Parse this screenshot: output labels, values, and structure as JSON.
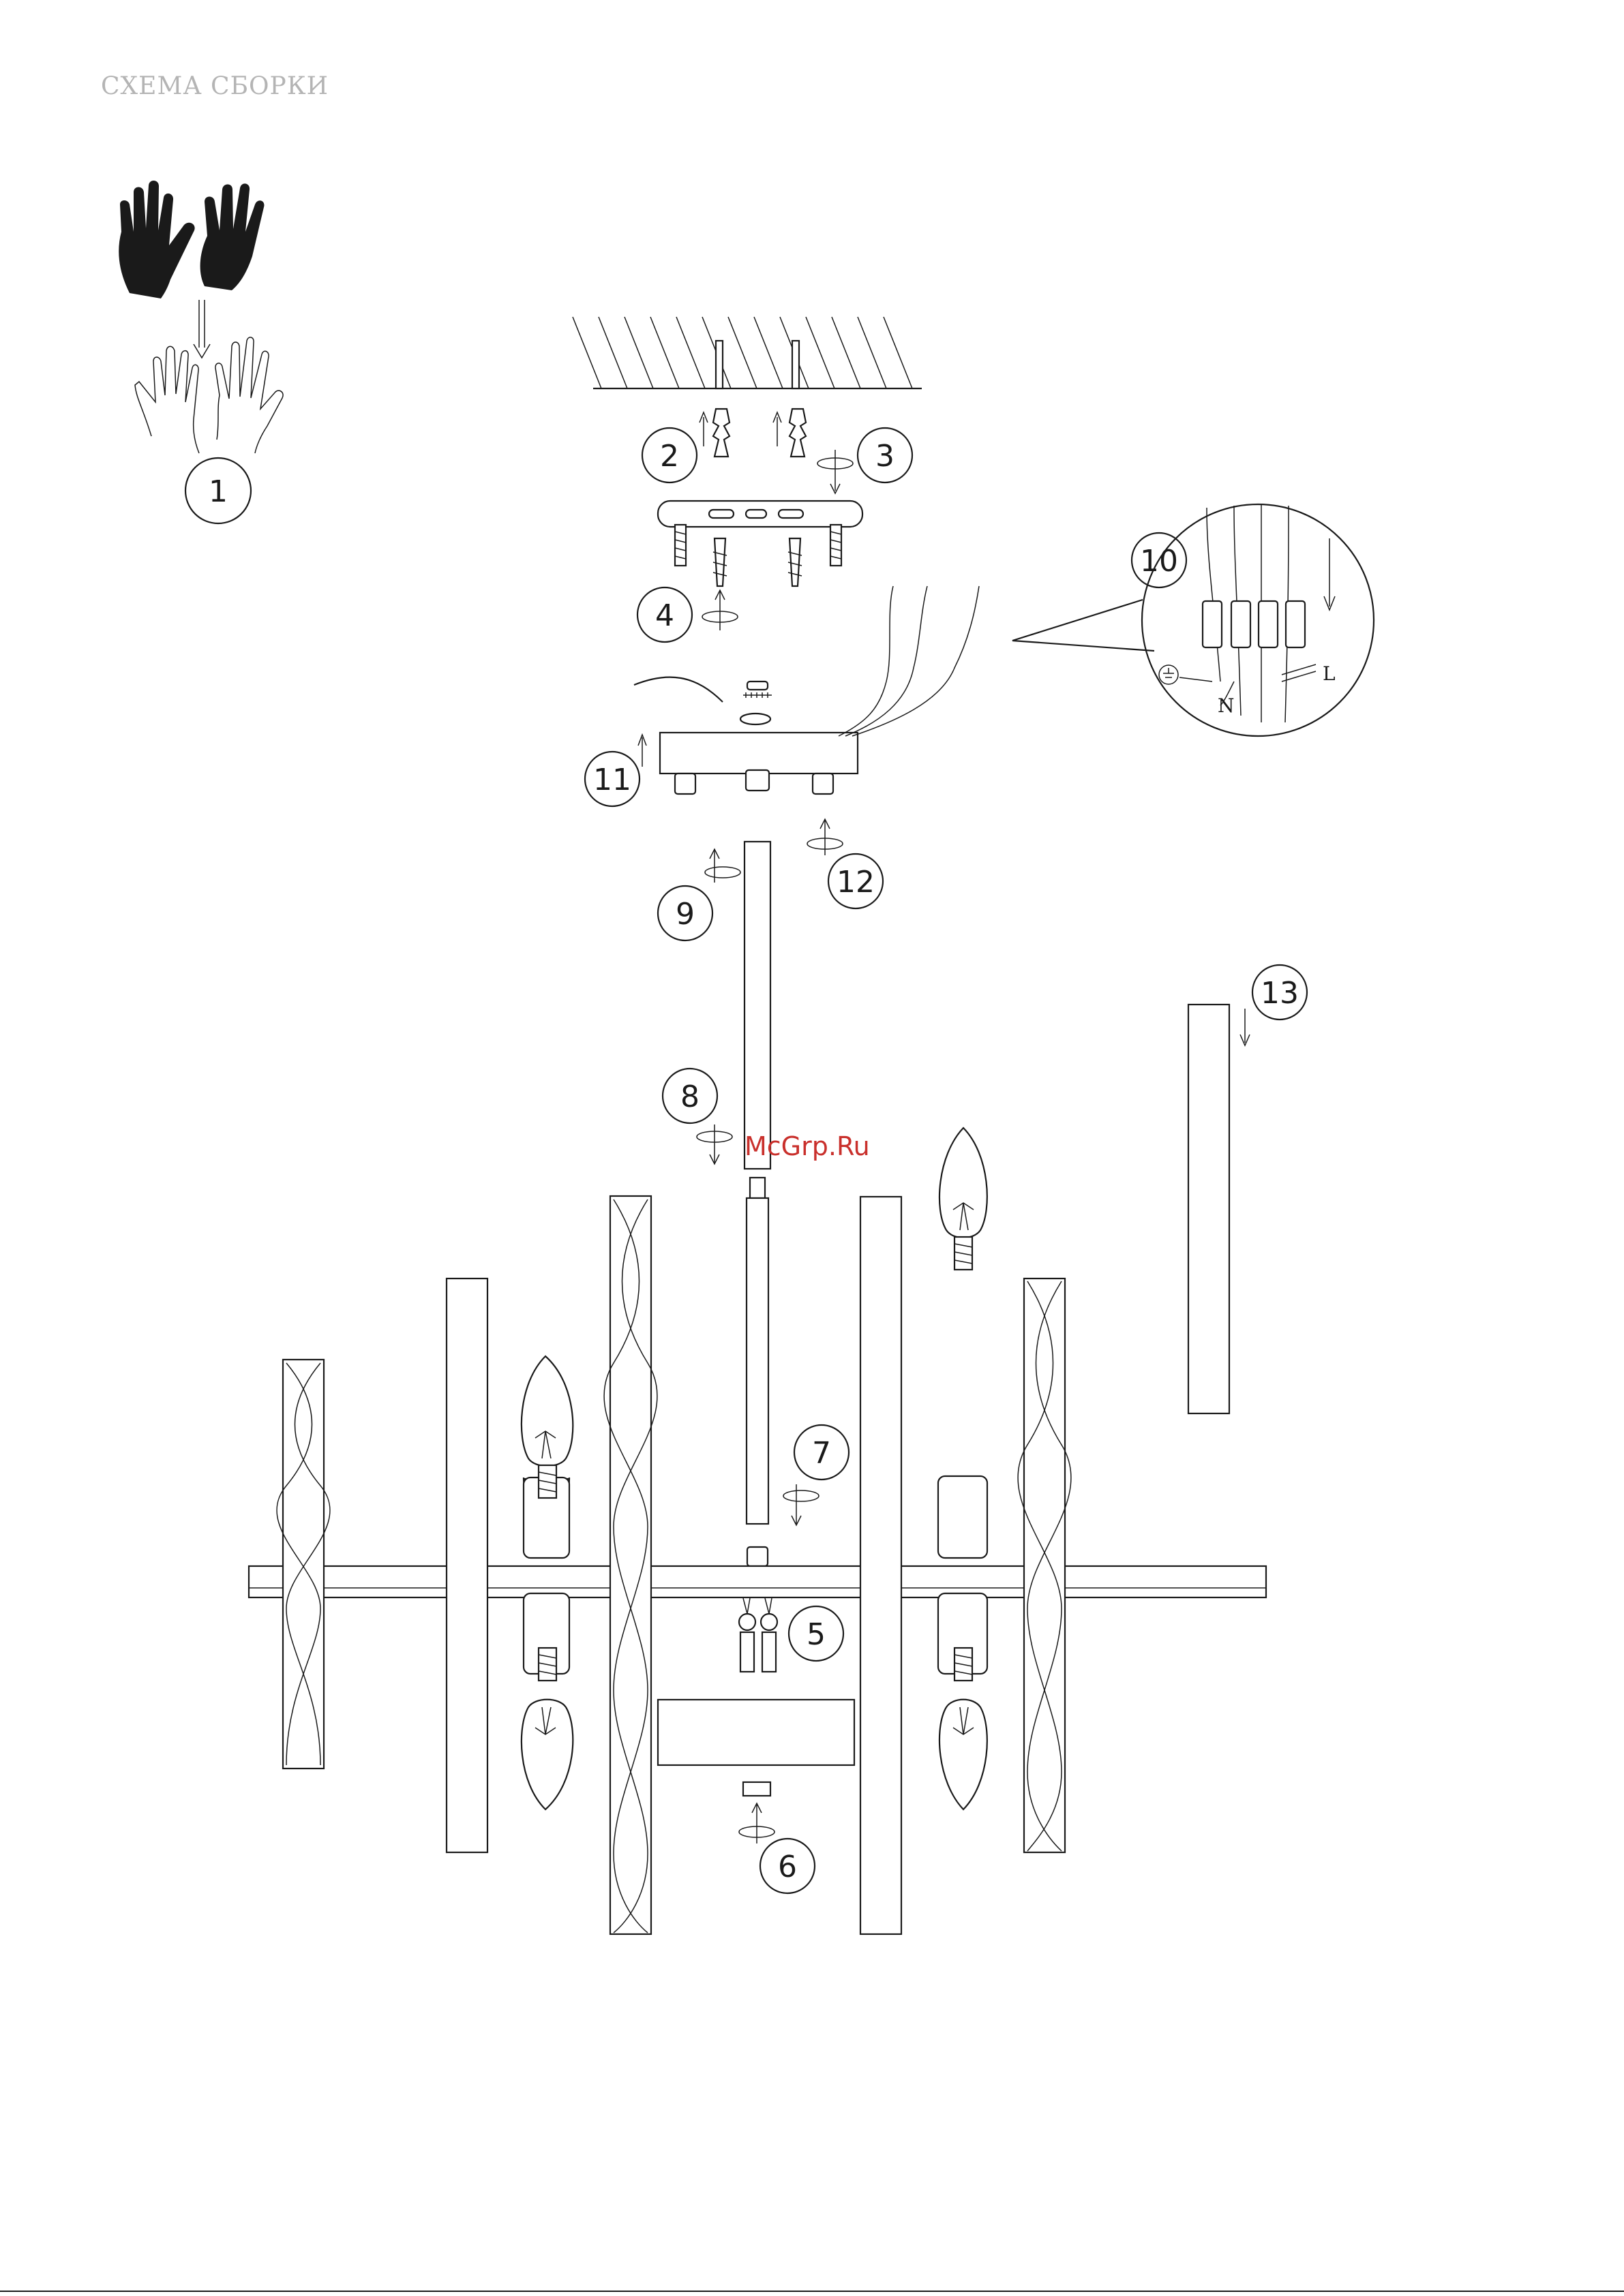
{
  "page": {
    "title": "СХЕМА СБОРКИ",
    "watermark": "McGrp.Ru"
  },
  "steps": [
    "1",
    "2",
    "3",
    "4",
    "5",
    "6",
    "7",
    "8",
    "9",
    "10",
    "11",
    "12",
    "13"
  ],
  "wire_labels": {
    "neutral": "N",
    "live": "L"
  },
  "icons": {
    "gloves": "black-gloves-icon",
    "hands": "bare-hands-icon",
    "ground": "ground-symbol-icon"
  }
}
